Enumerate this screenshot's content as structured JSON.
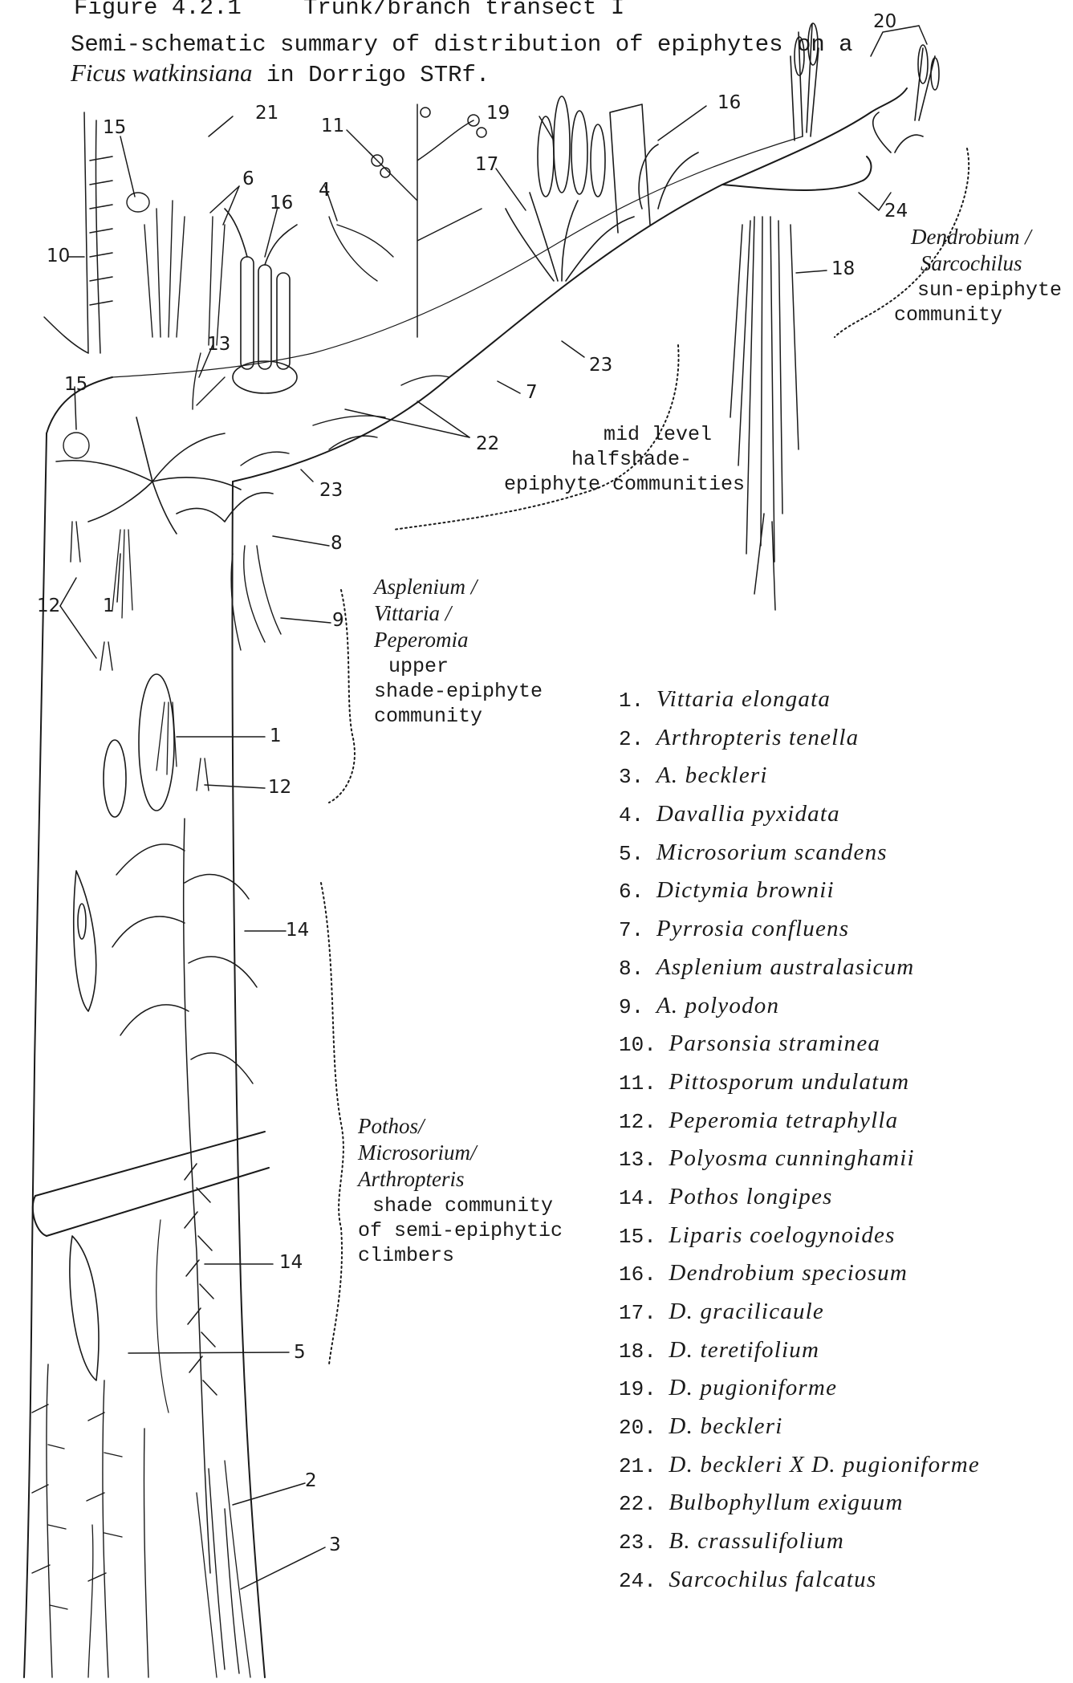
{
  "header": {
    "figure_label": "Figure 4.2.1",
    "transect_title": "Trunk/branch transect I",
    "desc_line1": "Semi-schematic summary of distribution of epiphytes on a",
    "desc_line2_species": "Ficus watkinsiana",
    "desc_line2_rest": " in Dorrigo STRf."
  },
  "communities": {
    "sun": {
      "line1": "Dendrobium /",
      "line2": "Sarcochilus",
      "line3": "sun-epiphyte",
      "line4": "community"
    },
    "mid": {
      "line1": "mid level",
      "line2": "halfshade-",
      "line3": "epiphyte communities"
    },
    "upper": {
      "line1": "Asplenium /",
      "line2": "Vittaria /",
      "line3": "Peperomia",
      "line4": "upper",
      "line5": "shade-epiphyte",
      "line6": "community"
    },
    "shade": {
      "line1": "Pothos/",
      "line2": "Microsorium/",
      "line3": "Arthropteris",
      "line4": "shade community",
      "line5": "of semi-epiphytic",
      "line6": "climbers"
    }
  },
  "callouts": {
    "c20": "20",
    "c21": "21",
    "c15a": "15",
    "c11": "11",
    "c19": "19",
    "c16a": "16",
    "c6": "6",
    "c17": "17",
    "c16b": "16",
    "c4": "4",
    "c10": "10",
    "c24": "24",
    "c18": "18",
    "c13": "13",
    "c23a": "23",
    "c15b": "15",
    "c7": "7",
    "c22": "22",
    "c23b": "23",
    "c8": "8",
    "c12a": "12",
    "c1a": "1",
    "c9": "9",
    "c1b": "1",
    "c12b": "12",
    "c14a": "14",
    "c14b": "14",
    "c5": "5",
    "c2": "2",
    "c3": "3"
  },
  "legend": [
    {
      "num": "1.",
      "name": "Vittaria elongata"
    },
    {
      "num": "2.",
      "name": "Arthropteris tenella"
    },
    {
      "num": "3.",
      "name": "A. beckleri"
    },
    {
      "num": "4.",
      "name": "Davallia pyxidata"
    },
    {
      "num": "5.",
      "name": "Microsorium scandens"
    },
    {
      "num": "6.",
      "name": "Dictymia brownii"
    },
    {
      "num": "7.",
      "name": "Pyrrosia confluens"
    },
    {
      "num": "8.",
      "name": "Asplenium australasicum"
    },
    {
      "num": "9.",
      "name": "A. polyodon"
    },
    {
      "num": "10.",
      "name": "Parsonsia straminea"
    },
    {
      "num": "11.",
      "name": "Pittosporum undulatum"
    },
    {
      "num": "12.",
      "name": "Peperomia tetraphylla"
    },
    {
      "num": "13.",
      "name": "Polyosma cunninghamii"
    },
    {
      "num": "14.",
      "name": "Pothos longipes"
    },
    {
      "num": "15.",
      "name": "Liparis coelogynoides"
    },
    {
      "num": "16.",
      "name": "Dendrobium speciosum"
    },
    {
      "num": "17.",
      "name": "D. gracilicaule"
    },
    {
      "num": "18.",
      "name": "D. teretifolium"
    },
    {
      "num": "19.",
      "name": "D. pugioniforme"
    },
    {
      "num": "20.",
      "name": "D. beckleri"
    },
    {
      "num": "21.",
      "name": "D. beckleri X D. pugioniforme"
    },
    {
      "num": "22.",
      "name": "Bulbophyllum exiguum"
    },
    {
      "num": "23.",
      "name": "B. crassulifolium"
    },
    {
      "num": "24.",
      "name": "Sarcochilus falcatus"
    }
  ]
}
